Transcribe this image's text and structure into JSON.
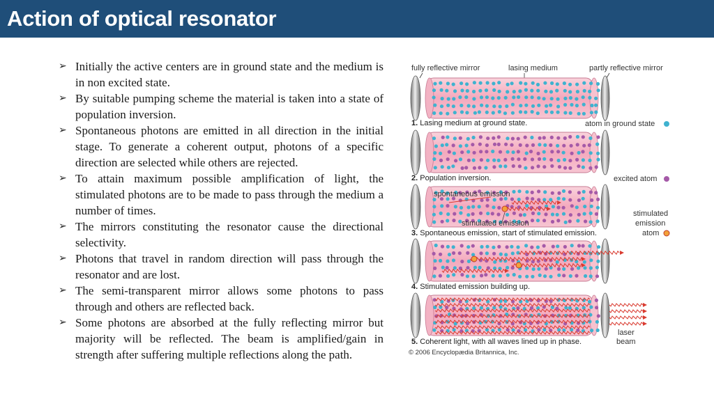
{
  "title": "Action of optical resonator",
  "bullets": [
    "Initially the active centers are in ground state and the medium is in non excited state.",
    "By suitable pumping scheme the material is taken into a state of population inversion.",
    "Spontaneous photons are emitted in all direction in the initial stage. To generate a coherent output, photons of a specific direction are selected while others are rejected.",
    "To attain maximum possible amplification of light, the stimulated photons are to be made to pass through the medium a number of times.",
    "The mirrors constituting the resonator cause the directional selectivity.",
    "Photons that travel in random direction will pass through the resonator and are lost.",
    "The semi-transparent mirror allows some photons to pass through and others are reflected back.",
    "Some photons are absorbed at the fully reflecting mirror but majority will be reflected. The beam is amplified/gain in strength after suffering multiple reflections along the path."
  ],
  "figure": {
    "labels": {
      "fully_mirror": "fully reflective mirror",
      "lasing_medium": "lasing medium",
      "partly_mirror": "partly reflective mirror",
      "ground_atom": "atom in ground state",
      "excited_atom": "excited atom",
      "spontaneous": "spontaneous emission",
      "stimulated": "stimulated emission",
      "stim_atom_1": "stimulated",
      "stim_atom_2": "emission",
      "stim_atom_3": "atom",
      "laser_1": "laser",
      "laser_2": "beam"
    },
    "captions": [
      {
        "num": "1.",
        "text": "Lasing medium at ground state."
      },
      {
        "num": "2.",
        "text": "Population inversion."
      },
      {
        "num": "3.",
        "text": "Spontaneous emission, start of stimulated emission."
      },
      {
        "num": "4.",
        "text": "Stimulated emission building up."
      },
      {
        "num": "5.",
        "text": "Coherent light, with all waves lined up in phase."
      }
    ],
    "credit": "© 2006 Encyclopædia Britannica, Inc.",
    "colors": {
      "ground": "#3fb2cf",
      "excited": "#a55aa8",
      "stimulated_atom": "#f2a13a",
      "medium": "#f6b6c6",
      "wave": "#d93b30"
    }
  }
}
